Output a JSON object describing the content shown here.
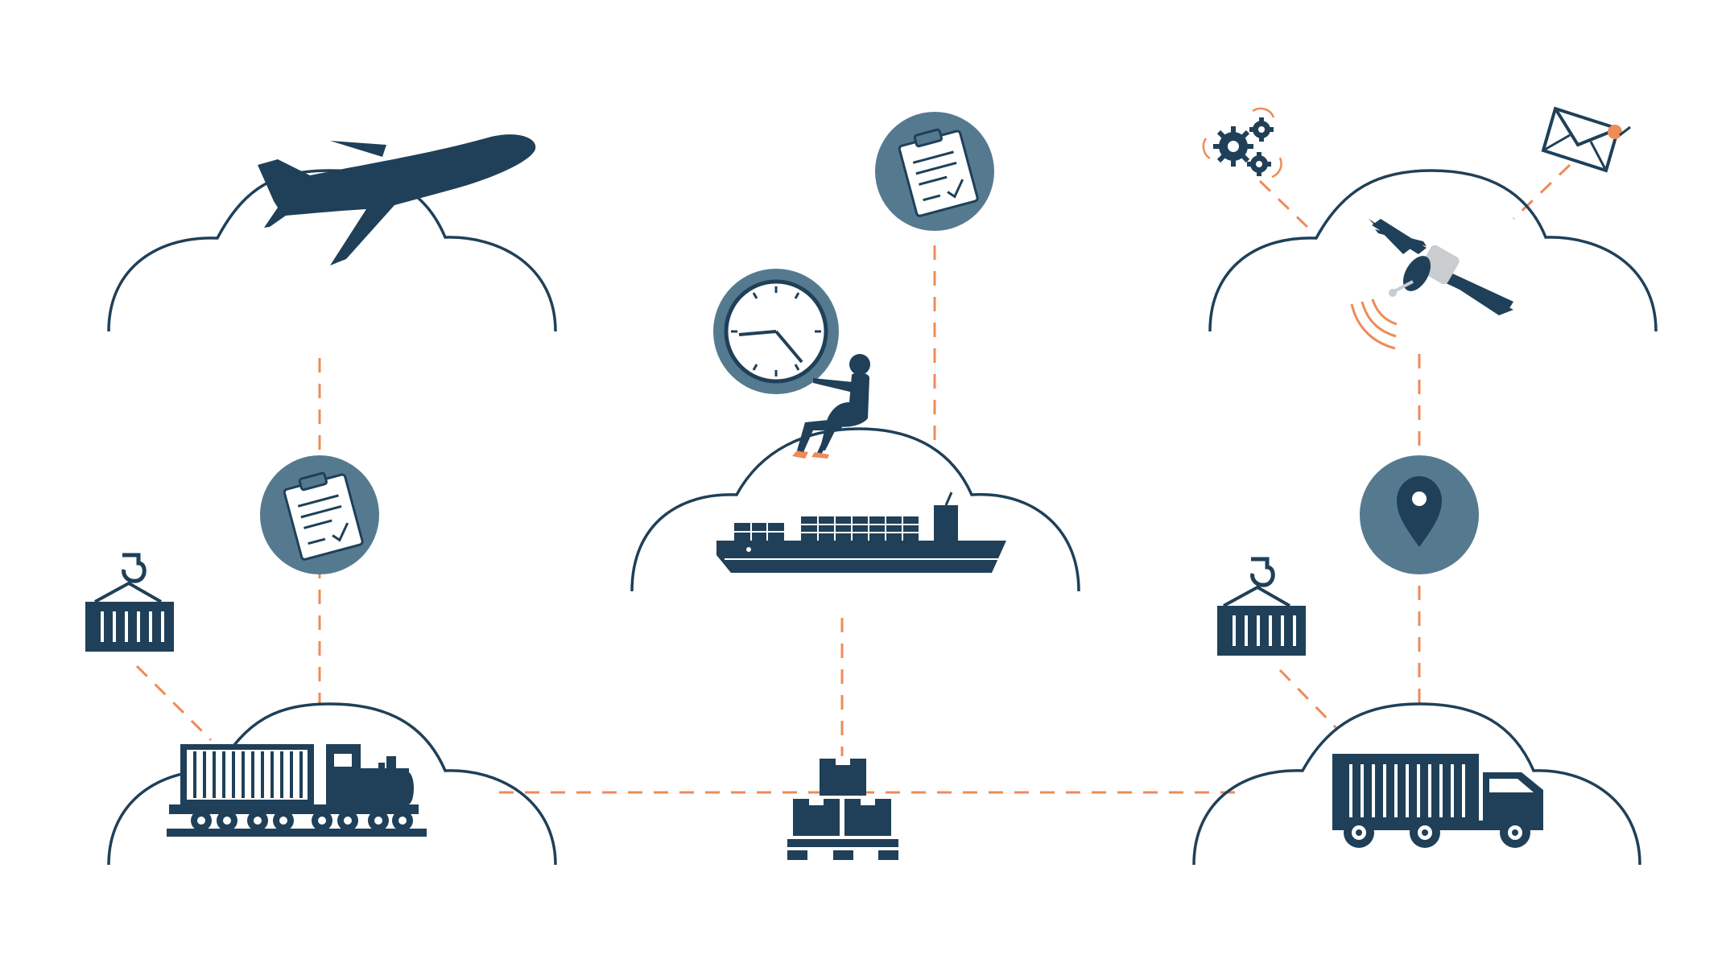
{
  "palette": {
    "navy": "#1f4058",
    "slate": "#557a90",
    "orange": "#ee8b58",
    "white": "#ffffff",
    "grey": "#c9cdd0"
  },
  "nodes": [
    {
      "key": "air-freight",
      "icon": "airplane-icon"
    },
    {
      "key": "ocean-freight",
      "icon": "container-ship-icon"
    },
    {
      "key": "satellite-tracking",
      "icon": "satellite-icon"
    },
    {
      "key": "rail-freight",
      "icon": "freight-train-icon"
    },
    {
      "key": "road-freight",
      "icon": "delivery-truck-icon"
    },
    {
      "key": "warehouse",
      "icon": "pallet-boxes-icon"
    }
  ],
  "badges": [
    {
      "key": "documentation-left",
      "icon": "clipboard-icon"
    },
    {
      "key": "documentation-center",
      "icon": "clipboard-icon"
    },
    {
      "key": "location",
      "icon": "location-pin-icon"
    }
  ],
  "accessories": [
    "clock-icon",
    "person-figure",
    "gears-icon",
    "envelope-icon",
    "crane-container-icon"
  ]
}
